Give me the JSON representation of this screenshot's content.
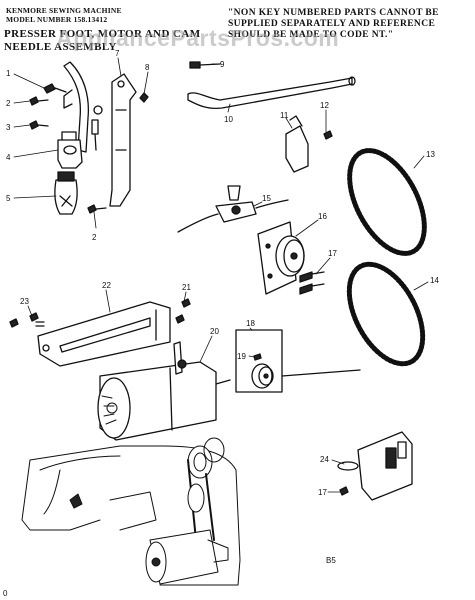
{
  "header": {
    "line1": "KENMORE SEWING MACHINE",
    "line2": "MODEL NUMBER 158.13412",
    "presser_line1": "PRESSER FOOT, MOTOR AND CAM",
    "presser_line2": "NEEDLE ASSEMBLY",
    "note": "\"NON KEY NUMBERED PARTS CANNOT BE SUPPLIED SEPARATELY AND REFERENCE SHOULD BE MADE TO CODE NT.\""
  },
  "watermark": "AppliancePartsPros.com",
  "labels": [
    "1",
    "2",
    "3",
    "4",
    "5",
    "2",
    "7",
    "8",
    "9",
    "10",
    "11",
    "12",
    "13",
    "14",
    "15",
    "16",
    "17",
    "18",
    "19",
    "20",
    "21",
    "22",
    "23",
    "24",
    "17"
  ],
  "page_number": "B5",
  "corner_mark": "0"
}
